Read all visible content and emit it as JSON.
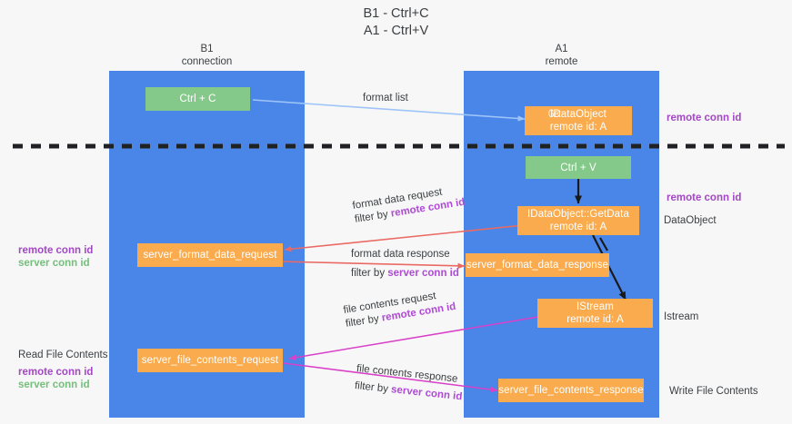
{
  "title": {
    "line1": "B1 - Ctrl+C",
    "line2": "A1 - Ctrl+V"
  },
  "columns": [
    {
      "name": "B1",
      "role": "connection"
    },
    {
      "name": "A1",
      "role": "remote"
    }
  ],
  "boxes": {
    "ctrl_c": "Ctrl + C",
    "ctrl_v": "Ctrl + V",
    "idataobject_line1_under": "Get",
    "idataobject_line1": "IDataObject",
    "idataobject_line2": "remote id: A",
    "getdata_line1": "IDataObject::GetData",
    "getdata_line2": "remote id: A",
    "istream_line1": "IStream",
    "istream_line2": "remote id: A",
    "server_format_data_request": "server_format_data_request",
    "server_format_data_response": "server_format_data_response",
    "server_file_contents_request": "server_file_contents_request",
    "server_file_contents_response": "server_file_contents_response"
  },
  "edge_labels": {
    "format_list": "format list",
    "format_data_request": "format data request",
    "format_data_request_filter_prefix": "filter by ",
    "format_data_request_filter_key": "remote conn id",
    "format_data_response": "format data response",
    "format_data_response_filter_prefix": "filter by ",
    "format_data_response_filter_key": "server conn id",
    "file_contents_request": "file contents request",
    "file_contents_request_filter_prefix": "filter by ",
    "file_contents_request_filter_key": "remote conn id",
    "file_contents_response": "file contents response",
    "file_contents_response_filter_prefix": "filter by ",
    "file_contents_response_filter_key": "server conn id"
  },
  "annotations": {
    "left_mid_remote": "remote conn id",
    "left_mid_server": "server conn id",
    "left_read_file_contents": "Read File Contents",
    "left_bottom_remote": "remote conn id",
    "left_bottom_server": "server conn id",
    "right_top_remote": "remote conn id",
    "right_mid_remote": "remote conn id",
    "right_dataobject": "DataObject",
    "right_istream": "Istream",
    "right_write_file_contents": "Write File Contents"
  },
  "colors": {
    "lane": "#4a86e8",
    "box_orange": "#f9ab4e",
    "box_green": "#85c98a",
    "accent_purple": "#a347c4",
    "accent_green": "#73c07a",
    "arrow_red": "#ea6a63",
    "arrow_magenta": "#d841c8",
    "arrow_lightblue": "#9fc5f8",
    "arrow_black": "#1a1a1a",
    "divider": "#202124",
    "background": "#f7f7f7"
  }
}
